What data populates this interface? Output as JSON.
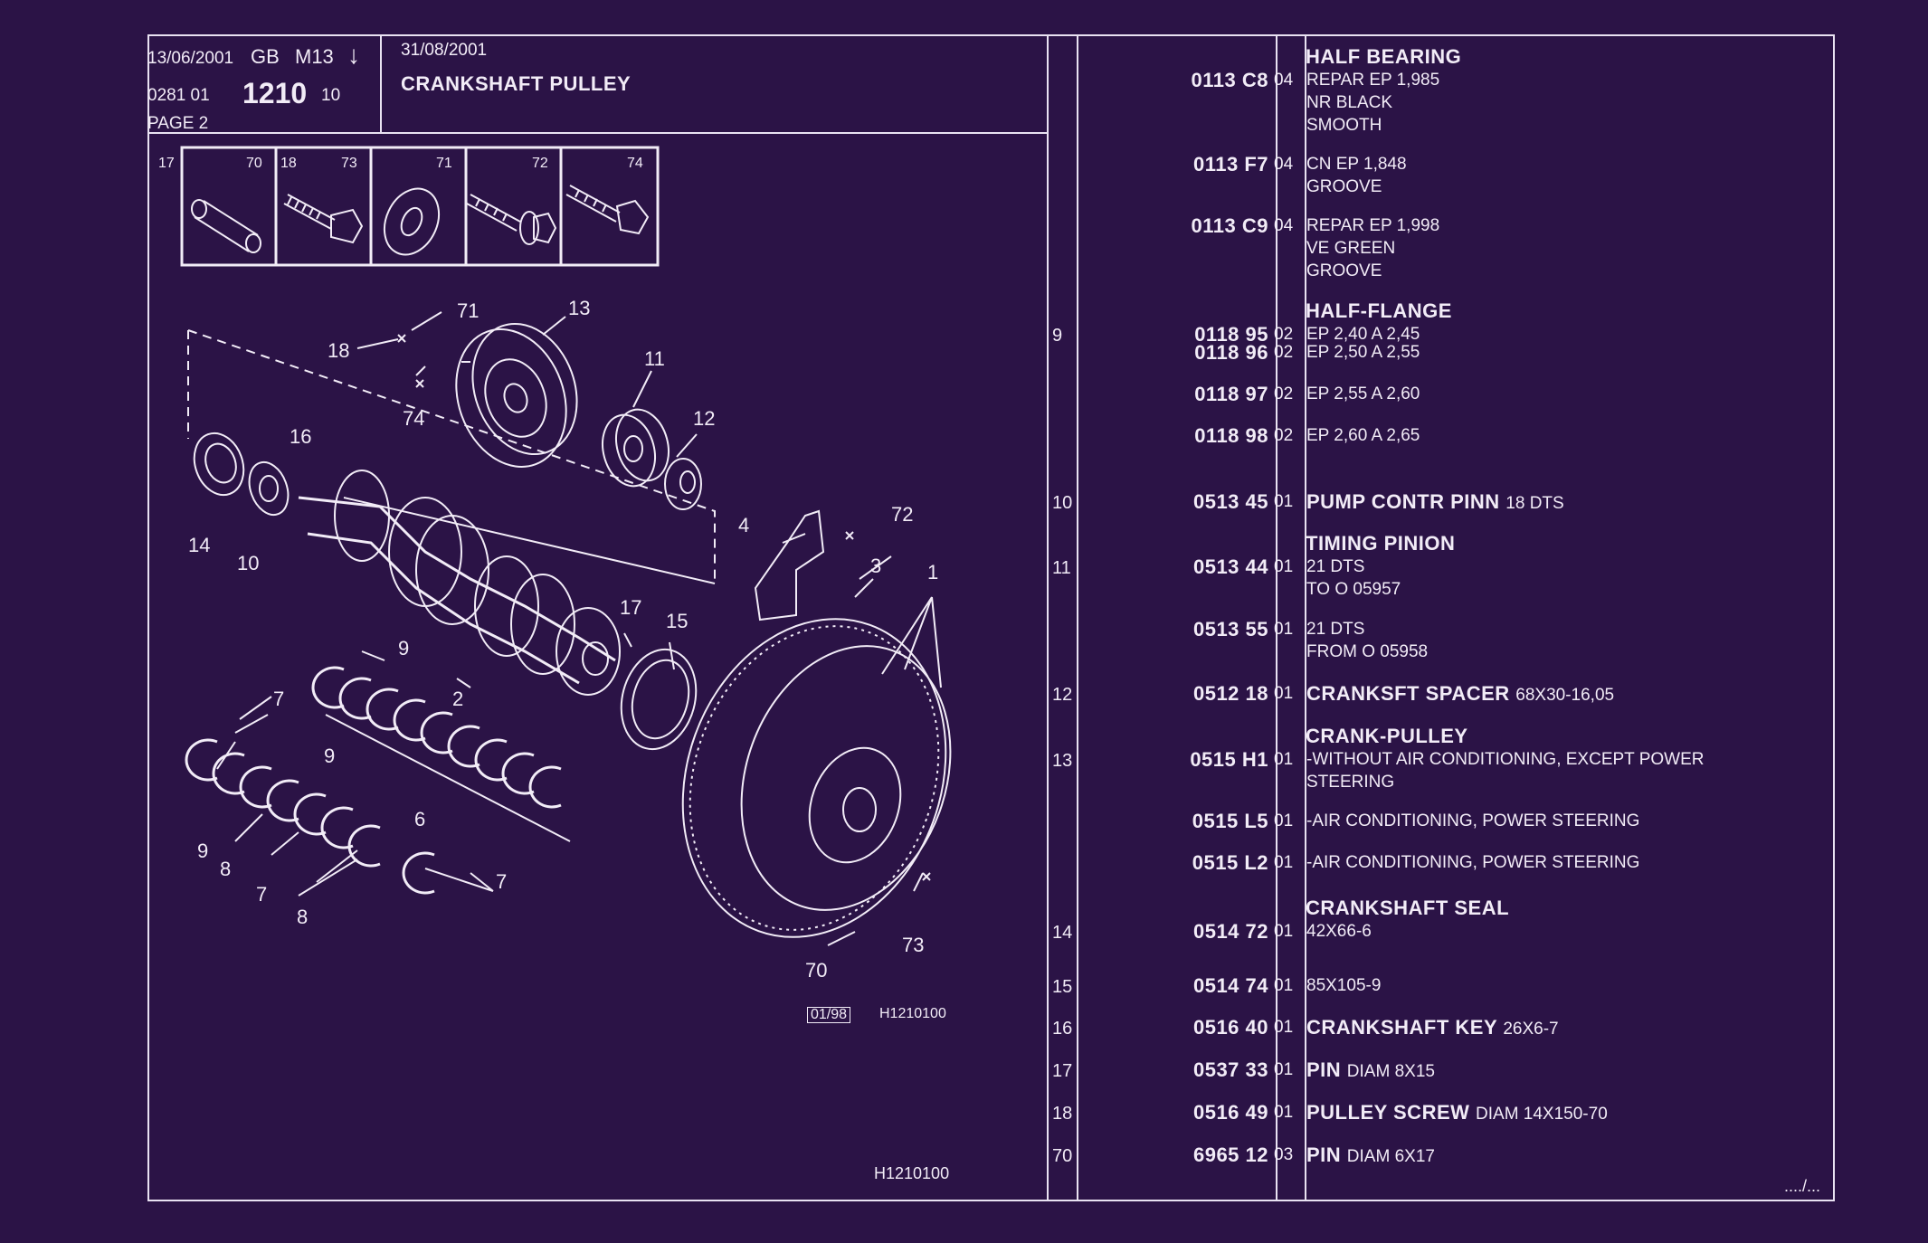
{
  "header": {
    "date1": "13/06/2001",
    "lang": "GB",
    "model": "M13",
    "arrow": "↓",
    "ref_prefix": "0281  01",
    "group": "1210",
    "ref_suffix": "10",
    "page": "PAGE  2",
    "date2": "31/08/2001",
    "title": "CRANKSHAFT PULLEY"
  },
  "diagram": {
    "inset_labels": [
      "17",
      "70",
      "18",
      "73",
      "71",
      "72",
      "74"
    ],
    "callouts": [
      "71",
      "13",
      "18",
      "74",
      "11",
      "12",
      "16",
      "14",
      "10",
      "4",
      "72",
      "3",
      "1",
      "17",
      "15",
      "9",
      "7",
      "2",
      "9",
      "6",
      "9",
      "8",
      "7",
      "8",
      "7",
      "73",
      "70"
    ],
    "date_code": "01/98",
    "code1": "H1210100",
    "code2": "H1210100"
  },
  "parts": [
    {
      "ref": "",
      "part": "0113 C8",
      "qty": "04",
      "title": "HALF BEARING",
      "lines": [
        "REPAR EP 1,985",
        "NR BLACK",
        "SMOOTH"
      ]
    },
    {
      "ref": "",
      "part": "0113 F7",
      "qty": "04",
      "title": "",
      "lines": [
        "CN EP 1,848",
        "GROOVE"
      ]
    },
    {
      "ref": "",
      "part": "0113 C9",
      "qty": "04",
      "title": "",
      "lines": [
        "REPAR EP 1,998",
        "VE GREEN",
        "GROOVE"
      ]
    },
    {
      "ref": "9",
      "part": "0118 95",
      "qty": "02",
      "title": "HALF-FLANGE",
      "lines": [
        "EP 2,40 A 2,45"
      ]
    },
    {
      "ref": "",
      "part": "0118 96",
      "qty": "02",
      "title": "",
      "lines": [
        "EP 2,50 A 2,55"
      ]
    },
    {
      "ref": "",
      "part": "0118 97",
      "qty": "02",
      "title": "",
      "lines": [
        "EP 2,55 A 2,60"
      ]
    },
    {
      "ref": "",
      "part": "0118 98",
      "qty": "02",
      "title": "",
      "lines": [
        "EP 2,60 A 2,65"
      ]
    },
    {
      "ref": "10",
      "part": "0513 45",
      "qty": "01",
      "inline_bold": "PUMP CONTR PINN",
      "inline": "18 DTS"
    },
    {
      "ref": "11",
      "part": "0513 44",
      "qty": "01",
      "title": "TIMING PINION",
      "lines": [
        "21 DTS",
        "TO  O  05957"
      ]
    },
    {
      "ref": "",
      "part": "0513 55",
      "qty": "01",
      "title": "",
      "lines": [
        "21 DTS",
        "FROM  O  05958"
      ]
    },
    {
      "ref": "12",
      "part": "0512 18",
      "qty": "01",
      "inline_bold": "CRANKSFT SPACER",
      "inline": "68X30-16,05"
    },
    {
      "ref": "13",
      "part": "0515 H1",
      "qty": "01",
      "title": "CRANK-PULLEY",
      "lines": [
        "-WITHOUT AIR CONDITIONING, EXCEPT POWER",
        "STEERING"
      ]
    },
    {
      "ref": "",
      "part": "0515 L5",
      "qty": "01",
      "title": "",
      "lines": [
        "-AIR CONDITIONING, POWER STEERING"
      ]
    },
    {
      "ref": "",
      "part": "0515 L2",
      "qty": "01",
      "title": "",
      "lines": [
        "-AIR CONDITIONING, POWER STEERING"
      ]
    },
    {
      "ref": "14",
      "part": "0514 72",
      "qty": "01",
      "title": "CRANKSHAFT SEAL",
      "lines": [
        "42X66-6"
      ]
    },
    {
      "ref": "15",
      "part": "0514 74",
      "qty": "01",
      "title": "",
      "lines": [
        "85X105-9"
      ]
    },
    {
      "ref": "16",
      "part": "0516 40",
      "qty": "01",
      "inline_bold": "CRANKSHAFT KEY",
      "inline": "26X6-7"
    },
    {
      "ref": "17",
      "part": "0537 33",
      "qty": "01",
      "inline_bold": "PIN",
      "inline": "DIAM 8X15"
    },
    {
      "ref": "18",
      "part": "0516 49",
      "qty": "01",
      "inline_bold": "PULLEY SCREW",
      "inline": "DIAM 14X150-70"
    },
    {
      "ref": "70",
      "part": "6965 12",
      "qty": "03",
      "inline_bold": "PIN",
      "inline": "DIAM 6X17"
    }
  ],
  "continuation": "..../..."
}
